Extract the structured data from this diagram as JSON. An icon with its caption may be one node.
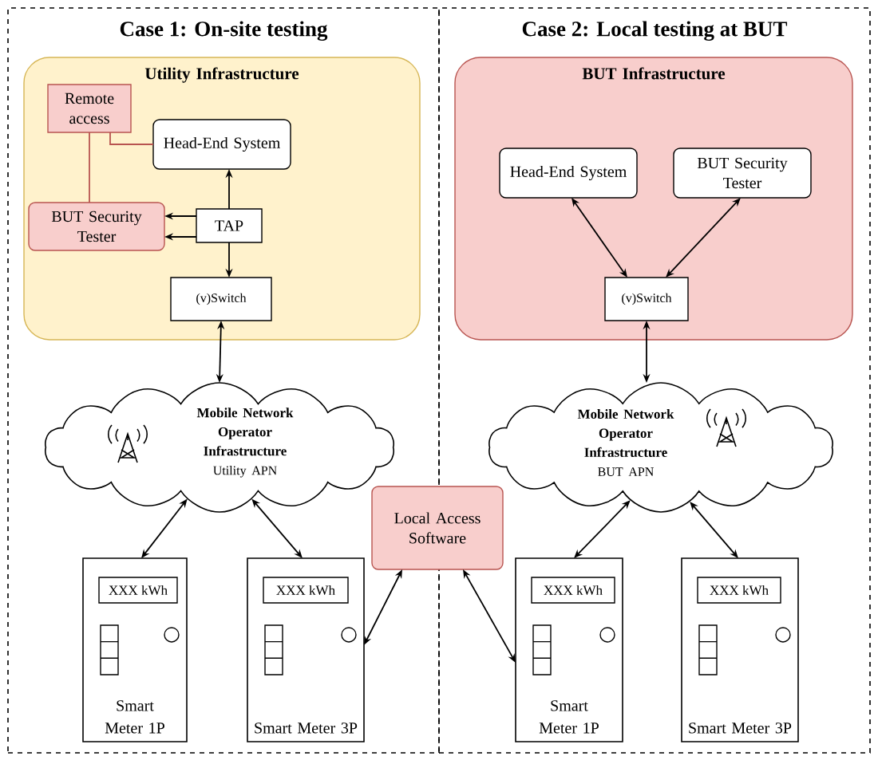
{
  "diagram": {
    "nodes": [
      {
        "text": [
          "Case 1: On-site testing"
        ]
      },
      {
        "text": [
          "Utility Infrastructure"
        ],
        "in": 0
      },
      {
        "text": [
          "Remote access"
        ],
        "in": 1
      },
      {
        "text": [
          "Head-End System"
        ],
        "in": 1
      },
      {
        "text": [
          "BUT Security Tester"
        ],
        "in": 1
      },
      {
        "text": [
          "TAP"
        ],
        "in": 1
      },
      {
        "text": [
          "(v)Switch"
        ],
        "in": 1
      },
      {
        "text": [
          "Mobile Network Operator Infrastructure",
          "Utility APN"
        ],
        "in": 0
      },
      {
        "text": [
          "Smart Meter 1P"
        ],
        "in": 0
      },
      {
        "text": [
          "XXX kWh"
        ],
        "in": 8
      },
      {
        "text": [
          "Smart Meter 3P"
        ],
        "in": 0
      },
      {
        "text": [
          "XXX kWh"
        ],
        "in": 10
      },
      {
        "text": [
          "Local Access Software"
        ]
      },
      {
        "text": [
          "Case 2: Local testing at BUT"
        ]
      },
      {
        "text": [
          "BUT Infrastructure"
        ],
        "in": 13
      },
      {
        "text": [
          "Head-End System"
        ],
        "in": 14
      },
      {
        "text": [
          "BUT Security Tester"
        ],
        "in": 14
      },
      {
        "text": [
          "(v)Switch"
        ],
        "in": 14
      },
      {
        "text": [
          "Mobile Network Operator Infrastructure",
          "BUT APN"
        ],
        "in": 13
      },
      {
        "text": [
          "Smart Meter 1P"
        ],
        "in": 13
      },
      {
        "text": [
          "XXX kWh"
        ],
        "in": 19
      },
      {
        "text": [
          "Smart Meter 3P"
        ],
        "in": 13
      },
      {
        "text": [
          "XXX kWh"
        ],
        "in": 21
      }
    ],
    "edges": [
      {
        "from": 2,
        "to": 3,
        "arrow": "none",
        "color": "#b85450"
      },
      {
        "from": 2,
        "to": 4,
        "arrow": "none",
        "color": "#b85450"
      },
      {
        "from": 5,
        "to": 3,
        "arrow": "to"
      },
      {
        "from": 5,
        "to": 4,
        "arrow": "to"
      },
      {
        "from": 5,
        "to": 4,
        "arrow": "to"
      },
      {
        "from": 5,
        "to": 6,
        "arrow": "to"
      },
      {
        "from": 6,
        "to": 7,
        "arrow": "both"
      },
      {
        "from": 7,
        "to": 8,
        "arrow": "both"
      },
      {
        "from": 7,
        "to": 10,
        "arrow": "both"
      },
      {
        "from": 12,
        "to": 10,
        "arrow": "both"
      },
      {
        "from": 12,
        "to": 19,
        "arrow": "both"
      },
      {
        "from": 15,
        "to": 17,
        "arrow": "both"
      },
      {
        "from": 16,
        "to": 17,
        "arrow": "both"
      },
      {
        "from": 17,
        "to": 18,
        "arrow": "both"
      },
      {
        "from": 18,
        "to": 19,
        "arrow": "both"
      },
      {
        "from": 18,
        "to": 21,
        "arrow": "both"
      }
    ]
  }
}
